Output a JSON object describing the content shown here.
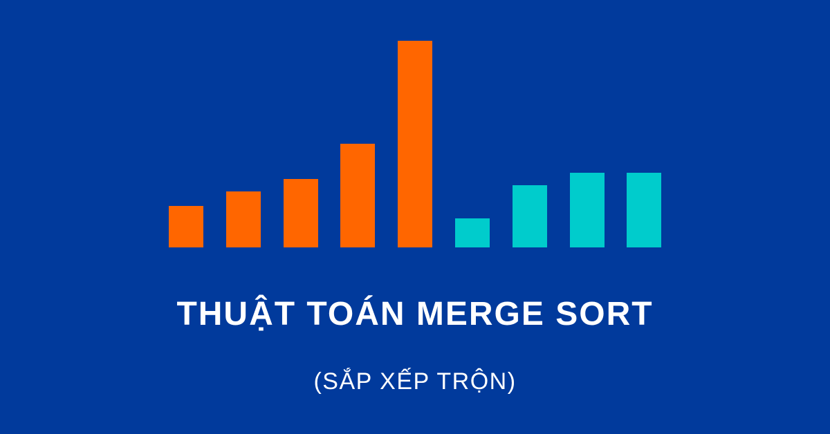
{
  "banner": {
    "title": "THUẬT TOÁN MERGE SORT",
    "subtitle": "(SẮP XẾP TRỘN)"
  },
  "illustration": {
    "bars": [
      {
        "level": 0.2,
        "color": "#FF6600"
      },
      {
        "level": 0.27,
        "color": "#FF6600"
      },
      {
        "level": 0.33,
        "color": "#FF6600"
      },
      {
        "level": 0.5,
        "color": "#FF6600"
      },
      {
        "level": 1.0,
        "color": "#FF6600"
      },
      {
        "level": 0.14,
        "color": "#00CCCC"
      },
      {
        "level": 0.3,
        "color": "#00CCCC"
      },
      {
        "level": 0.36,
        "color": "#00CCCC"
      },
      {
        "level": 0.36,
        "color": "#00CCCC"
      }
    ]
  },
  "colors": {
    "background": "#013A9C",
    "text": "#FFFFFF"
  }
}
